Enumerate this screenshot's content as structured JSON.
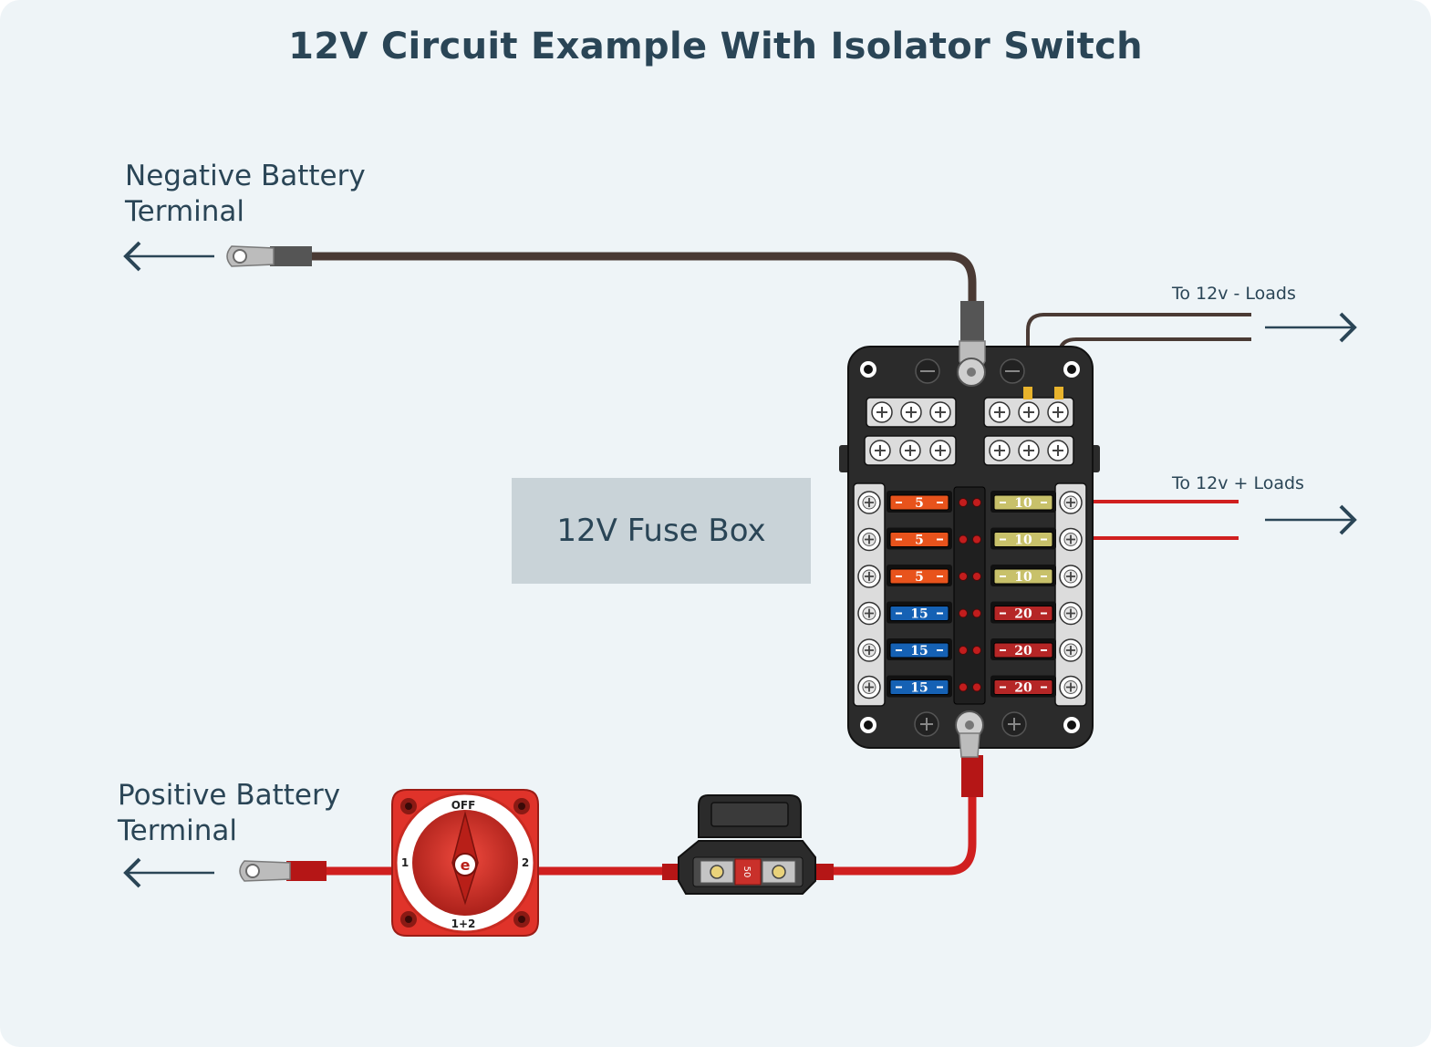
{
  "title": "12V Circuit Example With Isolator Switch",
  "labels": {
    "negative_line1": "Negative Battery",
    "negative_line2": "Terminal",
    "positive_line1": "Positive Battery",
    "positive_line2": "Terminal",
    "neg_loads": "To 12v - Loads",
    "pos_loads": "To 12v + Loads",
    "fuse_box": "12V Fuse Box"
  },
  "switch": {
    "off": "OFF",
    "pos1": "1",
    "pos2": "2",
    "both": "1+2",
    "knob": "e"
  },
  "inline_fuse": {
    "rating": "50"
  },
  "fuses_left": [
    {
      "rating": "5",
      "color": "#e8531c"
    },
    {
      "rating": "5",
      "color": "#e8531c"
    },
    {
      "rating": "5",
      "color": "#e8531c"
    },
    {
      "rating": "15",
      "color": "#1561b4"
    },
    {
      "rating": "15",
      "color": "#1561b4"
    },
    {
      "rating": "15",
      "color": "#1561b4"
    }
  ],
  "fuses_right": [
    {
      "rating": "10",
      "color": "#c8c16a"
    },
    {
      "rating": "10",
      "color": "#c8c16a"
    },
    {
      "rating": "10",
      "color": "#c8c16a"
    },
    {
      "rating": "20",
      "color": "#b52626"
    },
    {
      "rating": "20",
      "color": "#b52626"
    },
    {
      "rating": "20",
      "color": "#b52626"
    }
  ],
  "colors": {
    "negative_wire": "#4a3a34",
    "positive_wire": "#d01f1f",
    "switch_red": "#e0332a",
    "box": "#2b2b2b"
  }
}
